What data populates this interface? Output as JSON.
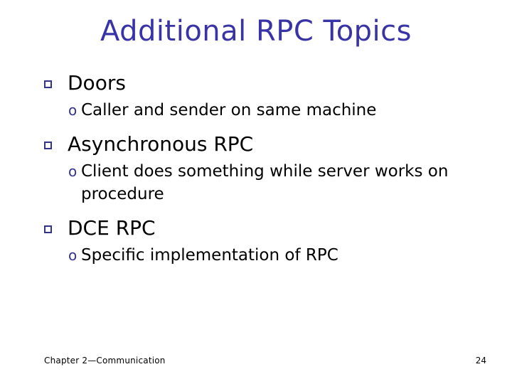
{
  "slide": {
    "title": "Additional RPC Topics",
    "title_color": "#3933A8",
    "background_color": "#ffffff",
    "body_text_color": "#000000",
    "bullet_color": "#33338C",
    "bullet_shadow_color": "#3B3B9E",
    "level1_bullet_glyph": "square-outline",
    "level2_bullet_glyph": "o",
    "groups": [
      {
        "heading": "Doors",
        "subpoints": [
          "Caller and sender on same machine"
        ]
      },
      {
        "heading": "Asynchronous RPC",
        "subpoints": [
          "Client does something while server works on procedure"
        ]
      },
      {
        "heading": "DCE RPC",
        "subpoints": [
          "Specific implementation of RPC"
        ]
      }
    ]
  },
  "footer": {
    "left_text": "Chapter 2—Communication",
    "page_number": "24"
  }
}
